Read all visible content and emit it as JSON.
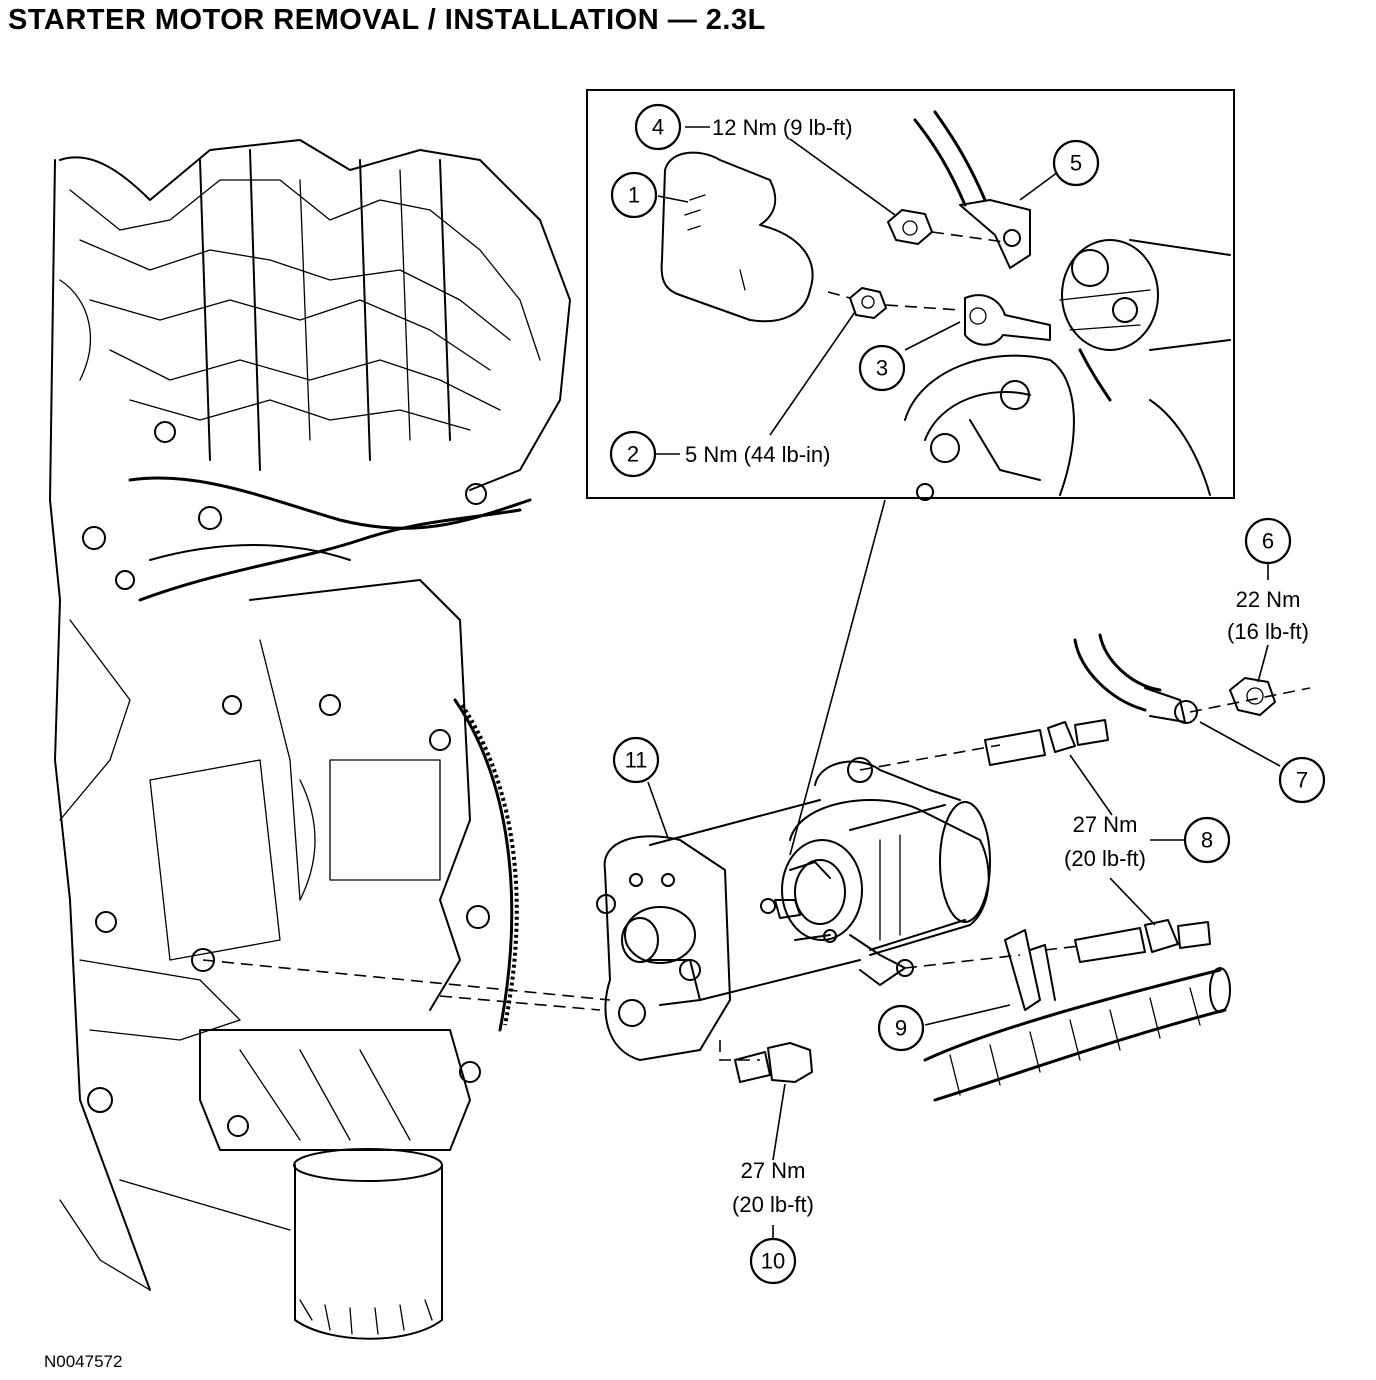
{
  "title": "STARTER MOTOR REMOVAL / INSTALLATION — 2.3L",
  "figure_id": "N0047572",
  "callouts": {
    "c1": "1",
    "c2": "2",
    "c3": "3",
    "c4": "4",
    "c5": "5",
    "c6": "6",
    "c7": "7",
    "c8": "8",
    "c9": "9",
    "c10": "10",
    "c11": "11"
  },
  "torque_specs": {
    "item4": "12 Nm (9 lb-ft)",
    "item2": "5 Nm (44 lb-in)",
    "item6_nm": "22 Nm",
    "item6_lbft": "(16 lb-ft)",
    "item8_nm": "27 Nm",
    "item8_lbft": "(20 lb-ft)",
    "item10_nm": "27 Nm",
    "item10_lbft": "(20 lb-ft)"
  }
}
